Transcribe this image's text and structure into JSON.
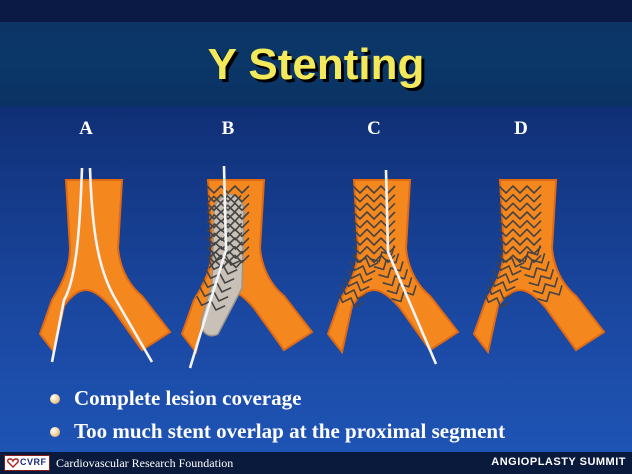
{
  "slide": {
    "title": "Y Stenting"
  },
  "panels": [
    {
      "label": "A",
      "stents": [],
      "balloon": false,
      "wires": [
        "main",
        "branch"
      ]
    },
    {
      "label": "B",
      "stents": [
        "proximal",
        "branch-lower",
        "branch-overlap"
      ],
      "balloon": true,
      "wires": [
        "main"
      ]
    },
    {
      "label": "C",
      "stents": [
        "proximal",
        "left-branch",
        "right-branch"
      ],
      "balloon": false,
      "wires": [
        "main"
      ]
    },
    {
      "label": "D",
      "stents": [
        "proximal",
        "left-branch",
        "right-branch"
      ],
      "balloon": false,
      "wires": []
    }
  ],
  "bullets": [
    {
      "text": "Complete lesion coverage"
    },
    {
      "text": "Too much stent overlap at the proximal segment"
    }
  ],
  "footer": {
    "logo_text": "CVRF",
    "organization": "Cardiovascular Research Foundation",
    "event": "ANGIOPLASTY SUMMIT"
  },
  "colors": {
    "vessel_fill": "#f5871f",
    "vessel_edge": "#e06a12",
    "wire": "#f4f4f4",
    "stent": "#444444",
    "balloon": "#c9c1b8",
    "title": "#f3e95a"
  }
}
